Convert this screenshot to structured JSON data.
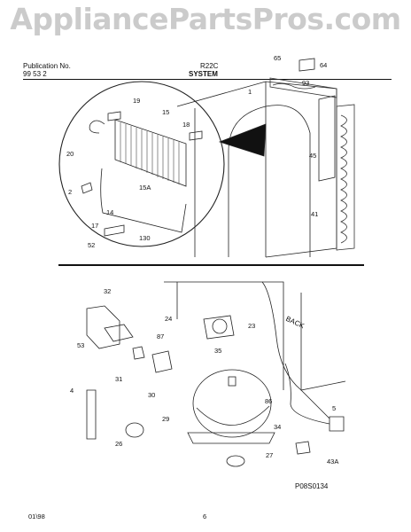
{
  "header": {
    "publication_label": "Publication No.",
    "publication_number": "99 53 2",
    "model": "R22C",
    "section_title": "SYSTEM"
  },
  "watermark": "AppliancePartsPros.com",
  "callouts_top": [
    "65",
    "64",
    "93",
    "1",
    "19",
    "15",
    "18",
    "20",
    "15A",
    "45",
    "2",
    "14",
    "41",
    "17",
    "130",
    "52"
  ],
  "callouts_bottom": [
    "32",
    "24",
    "23",
    "87",
    "53",
    "35",
    "31",
    "30",
    "4",
    "86",
    "29",
    "34",
    "26",
    "27",
    "5",
    "43A"
  ],
  "back_label": "BACK",
  "figure_code": "P08S0134",
  "footer": {
    "date": "01\\98",
    "page": "6"
  }
}
